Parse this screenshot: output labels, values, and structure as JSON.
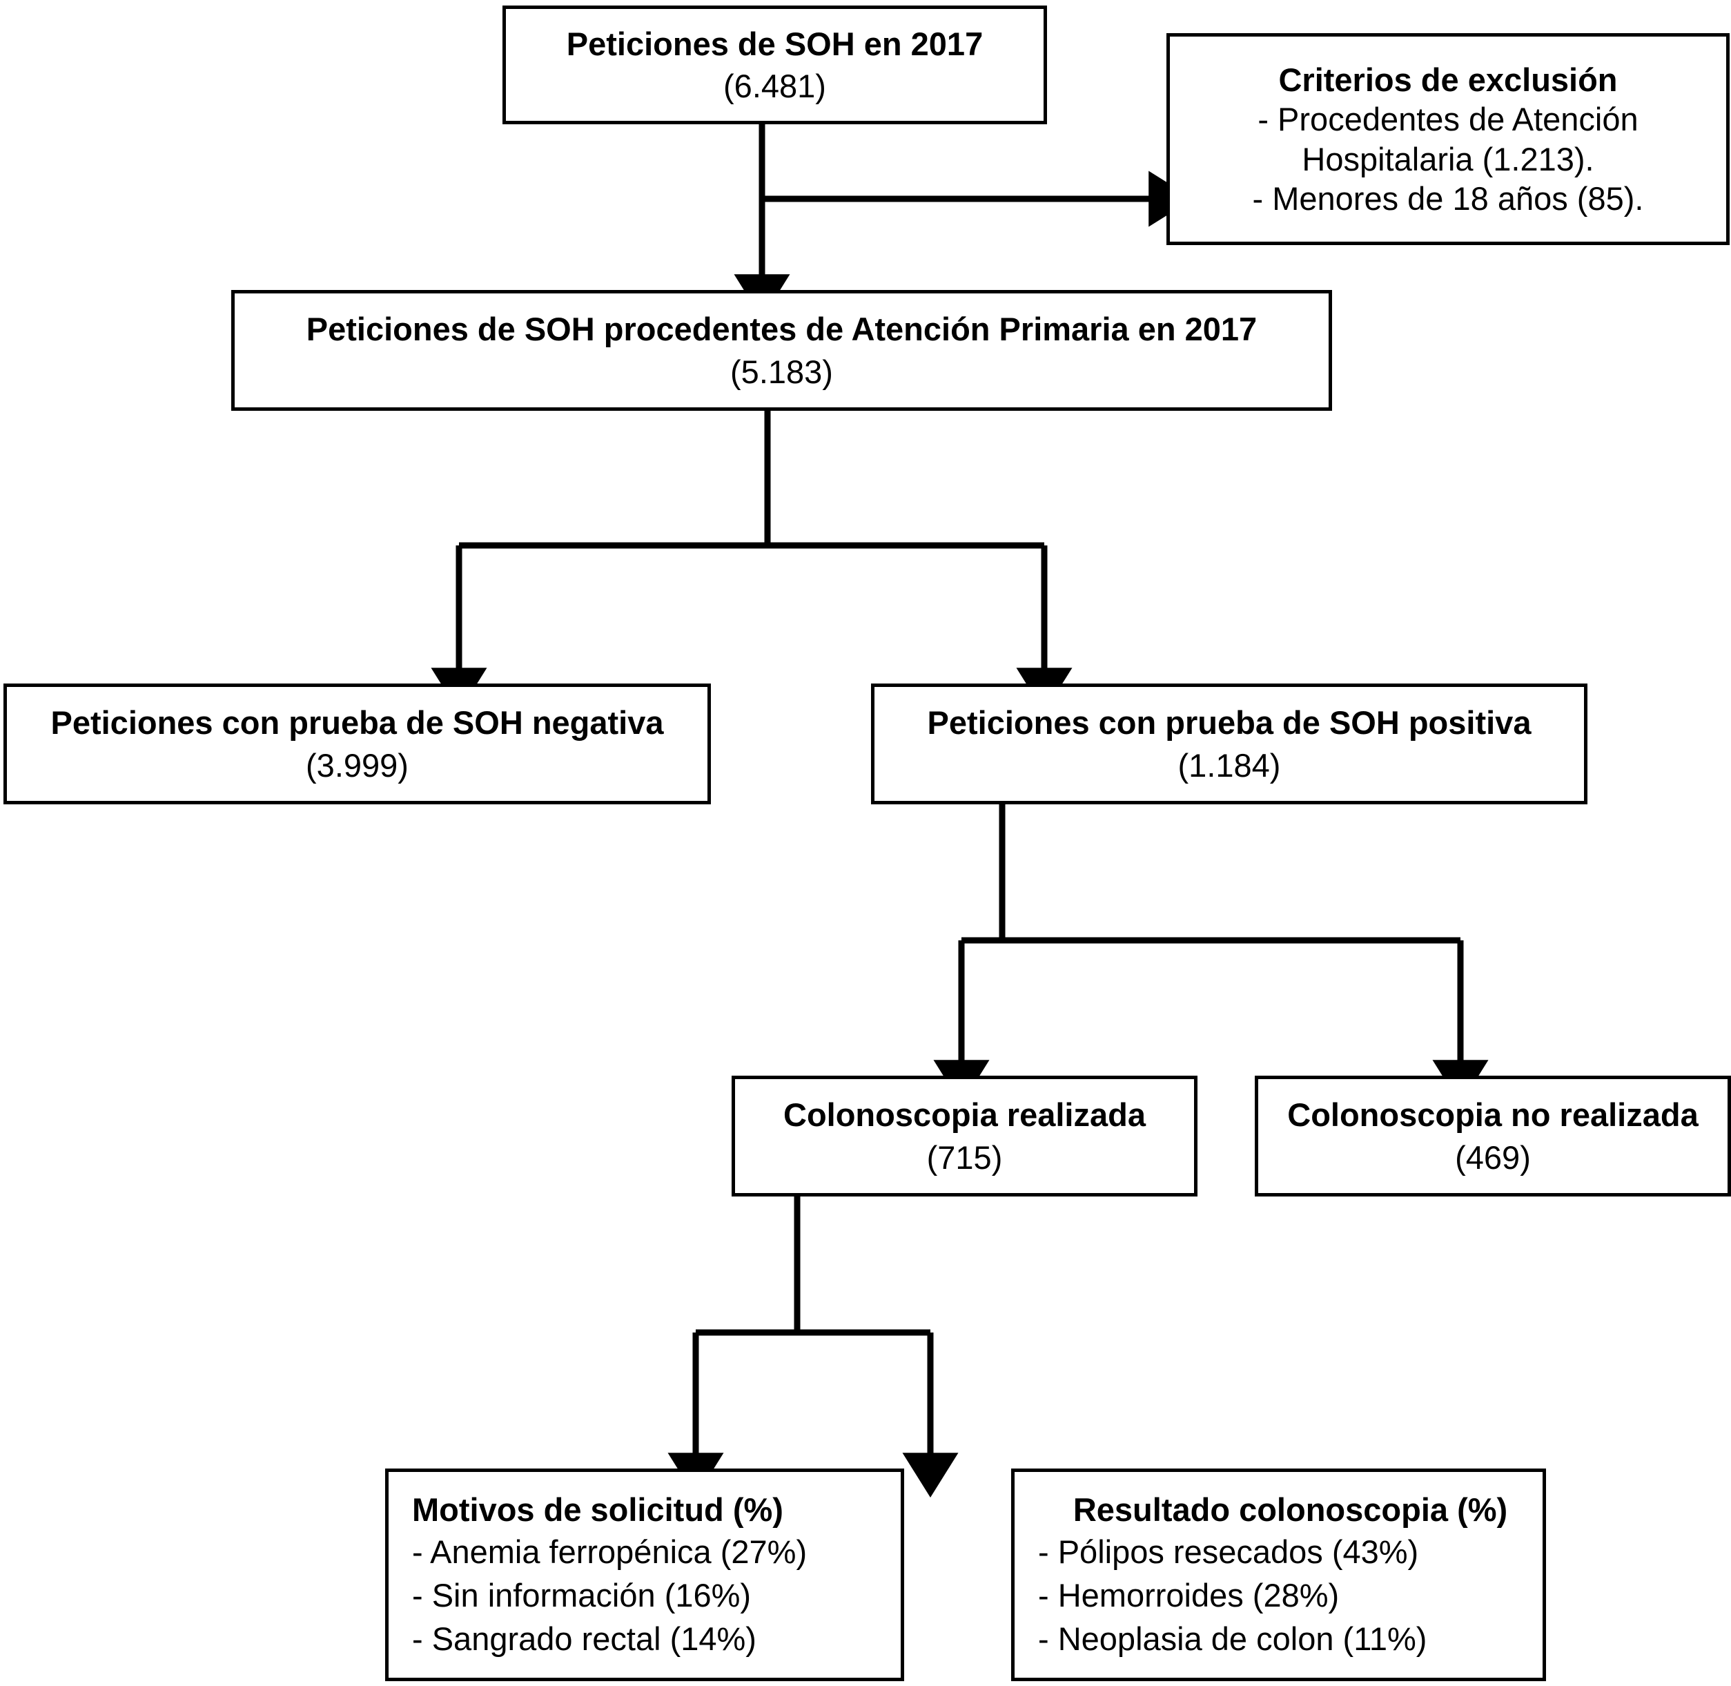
{
  "figure": {
    "type": "flowchart",
    "language": "es",
    "colors": {
      "stroke": "#000000",
      "fill": "#ffffff",
      "text": "#000000"
    }
  },
  "nodes": {
    "root": {
      "title": "Peticiones de SOH en 2017",
      "count": "(6.481)"
    },
    "exclusion": {
      "title": "Criterios de exclusión",
      "items": [
        "- Procedentes de Atención",
        "Hospitalaria (1.213).",
        "- Menores de 18 años (85)."
      ]
    },
    "primaria": {
      "title": "Peticiones de SOH procedentes de Atención Primaria en 2017",
      "count": "(5.183)"
    },
    "negativa": {
      "title": "Peticiones con prueba de SOH negativa",
      "count": "(3.999)"
    },
    "positiva": {
      "title": "Peticiones con prueba de SOH positiva",
      "count": "(1.184)"
    },
    "colono_si": {
      "title": "Colonoscopia realizada",
      "count": "(715)"
    },
    "colono_no": {
      "title": "Colonoscopia no realizada",
      "count": "(469)"
    },
    "motivos": {
      "title": "Motivos de solicitud (%)",
      "items": [
        "- Anemia ferropénica (27%)",
        "- Sin información (16%)",
        "- Sangrado rectal (14%)"
      ]
    },
    "resultado": {
      "title": "Resultado colonoscopia (%)",
      "items": [
        "- Pólipos resecados (43%)",
        "- Hemorroides (28%)",
        "- Neoplasia de colon (11%)"
      ]
    }
  },
  "chart_data": {
    "type": "flowchart",
    "title": "Peticiones de SOH en 2017",
    "nodes": [
      {
        "id": "root",
        "label": "Peticiones de SOH en 2017",
        "value": 6481
      },
      {
        "id": "exclusion",
        "label": "Criterios de exclusión",
        "value": null,
        "breakdown": [
          {
            "label": "Procedentes de Atención Hospitalaria",
            "value": 1213
          },
          {
            "label": "Menores de 18 años",
            "value": 85
          }
        ]
      },
      {
        "id": "primaria",
        "label": "Peticiones de SOH procedentes de Atención Primaria en 2017",
        "value": 5183
      },
      {
        "id": "negativa",
        "label": "Peticiones con prueba de SOH negativa",
        "value": 3999
      },
      {
        "id": "positiva",
        "label": "Peticiones con prueba de SOH positiva",
        "value": 1184
      },
      {
        "id": "colono_si",
        "label": "Colonoscopia realizada",
        "value": 715
      },
      {
        "id": "colono_no",
        "label": "Colonoscopia no realizada",
        "value": 469
      },
      {
        "id": "motivos",
        "label": "Motivos de solicitud (%)",
        "value": null,
        "breakdown": [
          {
            "label": "Anemia ferropénica",
            "value": 27,
            "unit": "%"
          },
          {
            "label": "Sin información",
            "value": 16,
            "unit": "%"
          },
          {
            "label": "Sangrado rectal",
            "value": 14,
            "unit": "%"
          }
        ]
      },
      {
        "id": "resultado",
        "label": "Resultado colonoscopia (%)",
        "value": null,
        "breakdown": [
          {
            "label": "Pólipos resecados",
            "value": 43,
            "unit": "%"
          },
          {
            "label": "Hemorroides",
            "value": 28,
            "unit": "%"
          },
          {
            "label": "Neoplasia de colon",
            "value": 11,
            "unit": "%"
          }
        ]
      }
    ],
    "edges": [
      {
        "from": "root",
        "to": "exclusion"
      },
      {
        "from": "root",
        "to": "primaria"
      },
      {
        "from": "primaria",
        "to": "negativa"
      },
      {
        "from": "primaria",
        "to": "positiva"
      },
      {
        "from": "positiva",
        "to": "colono_si"
      },
      {
        "from": "positiva",
        "to": "colono_no"
      },
      {
        "from": "colono_si",
        "to": "motivos"
      },
      {
        "from": "colono_si",
        "to": "resultado"
      }
    ]
  }
}
